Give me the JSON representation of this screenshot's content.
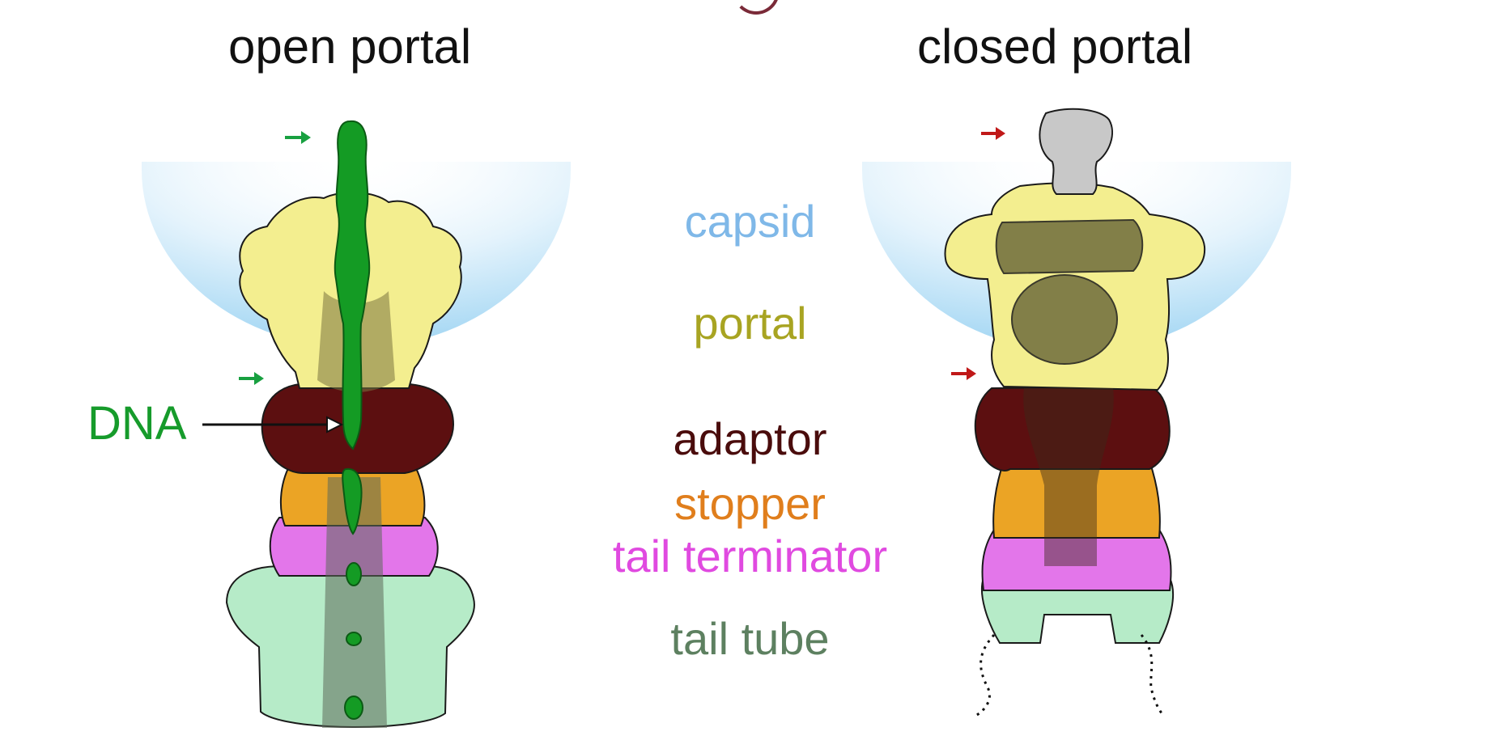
{
  "panels": {
    "open": {
      "title": "open portal"
    },
    "closed": {
      "title": "closed portal"
    }
  },
  "labels": {
    "dna": "DNA"
  },
  "legend": [
    {
      "key": "capsid",
      "label": "capsid",
      "color": "#7fb8e8"
    },
    {
      "key": "portal",
      "label": "portal",
      "color": "#a8a422"
    },
    {
      "key": "adaptor",
      "label": "adaptor",
      "color": "#4a0c0c"
    },
    {
      "key": "stopper",
      "label": "stopper",
      "color": "#e07e1c"
    },
    {
      "key": "tail_terminator",
      "label": "tail terminator",
      "color": "#e04ae0"
    },
    {
      "key": "tail_tube",
      "label": "tail tube",
      "color": "#5d8060"
    }
  ],
  "colors": {
    "capsid_fill": "#c9e6f8",
    "portal_fill": "#f3ee8f",
    "adaptor_fill": "#5c0f10",
    "stopper_fill": "#eba425",
    "tail_terminator_fill": "#e376ea",
    "tail_tube_fill": "#b6ebc8",
    "dna_fill": "#149b24",
    "dna_label": "#169b2b",
    "plug_fill": "#c8c8c8",
    "open_arrow": "#18a040",
    "closed_arrow": "#c01818"
  }
}
